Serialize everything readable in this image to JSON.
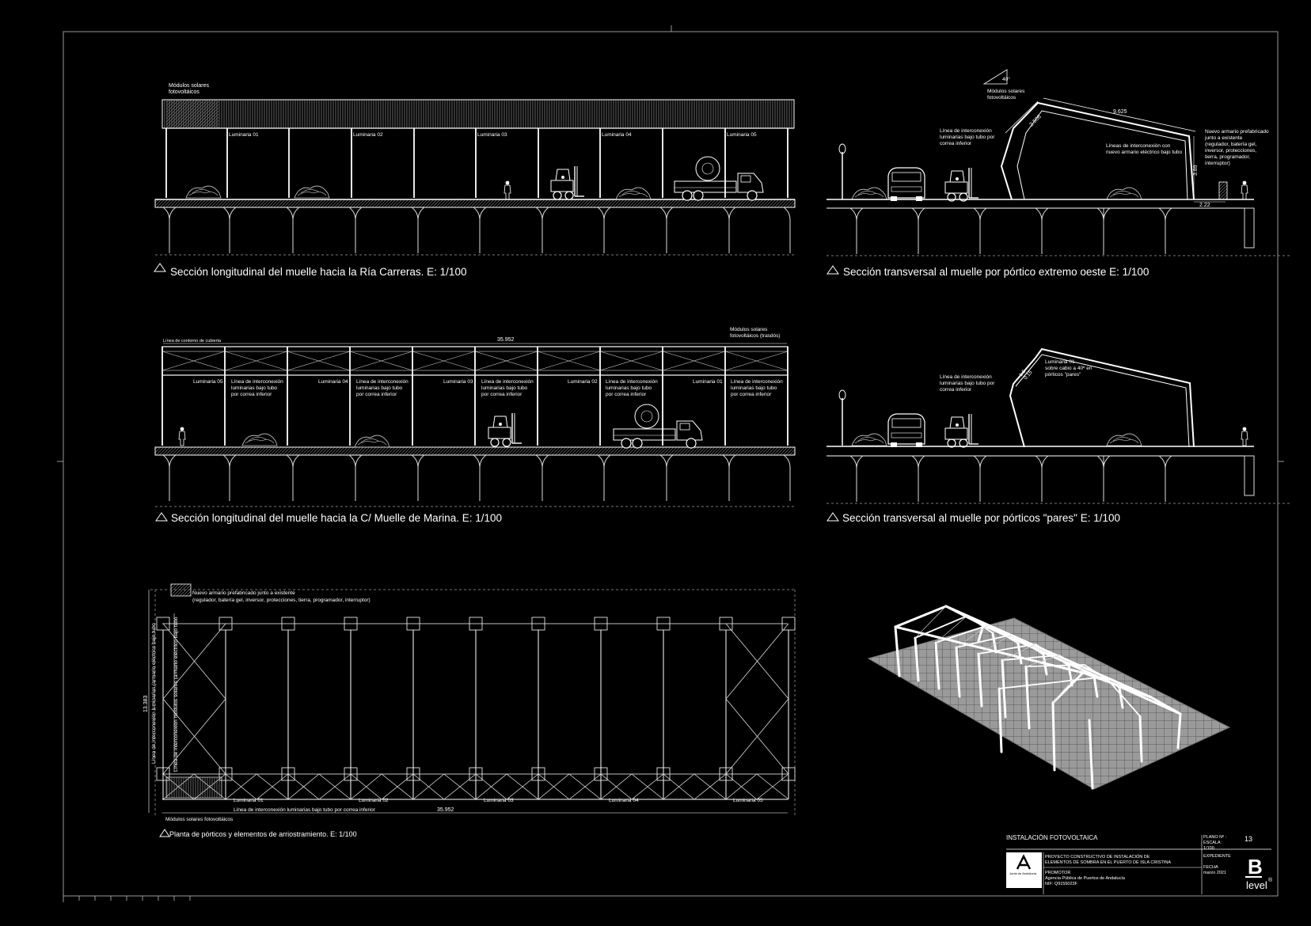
{
  "sections": {
    "long_ria": {
      "caption": "Sección longitudinal del muelle hacia la Ría Carreras. E: 1/100",
      "modules_label_1": "Módulos solares",
      "modules_label_2": "fotovoltáicos",
      "luminarias": [
        "Luminaria 01",
        "Luminaria 02",
        "Luminaria 03",
        "Luminaria 04",
        "Luminaria 05"
      ]
    },
    "trans_oeste": {
      "caption": "Sección transversal al muelle por pórtico extremo oeste E: 1/100",
      "angle": "40°",
      "modules_label_1": "Módulos solares",
      "modules_label_2": "fotovoltáicos",
      "dim_top": "9.625",
      "dim_diag": "2.506",
      "dim_height": "3.89",
      "dim_base": "2.22",
      "line_label": [
        "Línea de interconexión",
        "luminarias bajo tubo por",
        "correa inferior"
      ],
      "line_label_2": [
        "Líneas de interconexión con",
        "nuevo armario eléctrico bajo tubo"
      ],
      "armario_label": [
        "Nuevo armario prefabricado",
        "junto a existente",
        "(regulador, batería gel,",
        "inversor, protecciones,",
        "tierra, programador,",
        "interruptor)"
      ]
    },
    "long_marina": {
      "caption": "Sección longitudinal del muelle hacia la C/ Muelle de Marina.  E: 1/100",
      "contour_label": "Línea de contorno de cubierta",
      "dim": "35.952",
      "modules_label_1": "Módulos solares",
      "modules_label_2": "fotovoltáicos (trasdós)",
      "luminarias": [
        "Luminaria 05",
        "Luminaria 04",
        "Luminaria 03",
        "Luminaria 02",
        "Luminaria 01"
      ],
      "line_label": [
        "Línea de interconexión",
        "luminarias bajo tubo",
        "por correa inferior"
      ]
    },
    "trans_pares": {
      "caption": "Sección transversal al muelle por pórticos \"pares\" E: 1/100",
      "line_label": [
        "Línea de interconexión",
        "luminarias bajo tubo por",
        "correa inferior"
      ],
      "lum_label": [
        "Luminaria 01",
        "sobre cabio a 40º en",
        "pórticos \"pares\""
      ],
      "dim_a": "1.5",
      "dim_b": "0.15"
    },
    "planta": {
      "caption": "Planta de pórticos y elementos de arriostramiento. E: 1/100",
      "armario_1": "Nuevo armario prefabricado junto a existente",
      "armario_2": "(regulador, batería gel, inversor, protecciones, tierra, programador, interruptor)",
      "dim_side": "13.383",
      "side_label_1": "Línea de interconexión luminarias (armario eléctrico bajo tubo",
      "side_label_2": "Línea de interconexión módulos solares (armario eléctrico bajo tubo",
      "bottom_line": "Línea de interconexión luminarias bajo tubo por correa inferior",
      "dim_bottom": "35.952",
      "modules": "Módulos solares fotovoltáicos",
      "luminarias": [
        "Luminaria 01",
        "Luminaria 02",
        "Luminaria 03",
        "Luminaria 04",
        "Luminaria 05"
      ]
    }
  },
  "title_block": {
    "title": "INSTALACIÓN FOTOVOLTAICA",
    "plano_label": "PLANO Nº :",
    "plano_num": "13",
    "escala_label": "ESCALA :",
    "escala": "1/100",
    "expediente_label": "EXPEDIENTE",
    "fecha_label": "FECHA",
    "fecha": "marzo 2021",
    "project_1": "PROYECTO CONSTRUCTIVO DE INSTALACIÓN DE",
    "project_2": "ELEMENTOS DE SOMBRA EN EL PUERTO DE ISLA CRISTINA",
    "promotor_label": "PROMOTOR",
    "promotor": "Agencia Pública de Puertos de Andalucía",
    "nif": "NIF: Q9155023F",
    "junta": "Junta de Andalucía",
    "logo_letter": "B",
    "logo_word": "level",
    "logo_reg": "®"
  }
}
